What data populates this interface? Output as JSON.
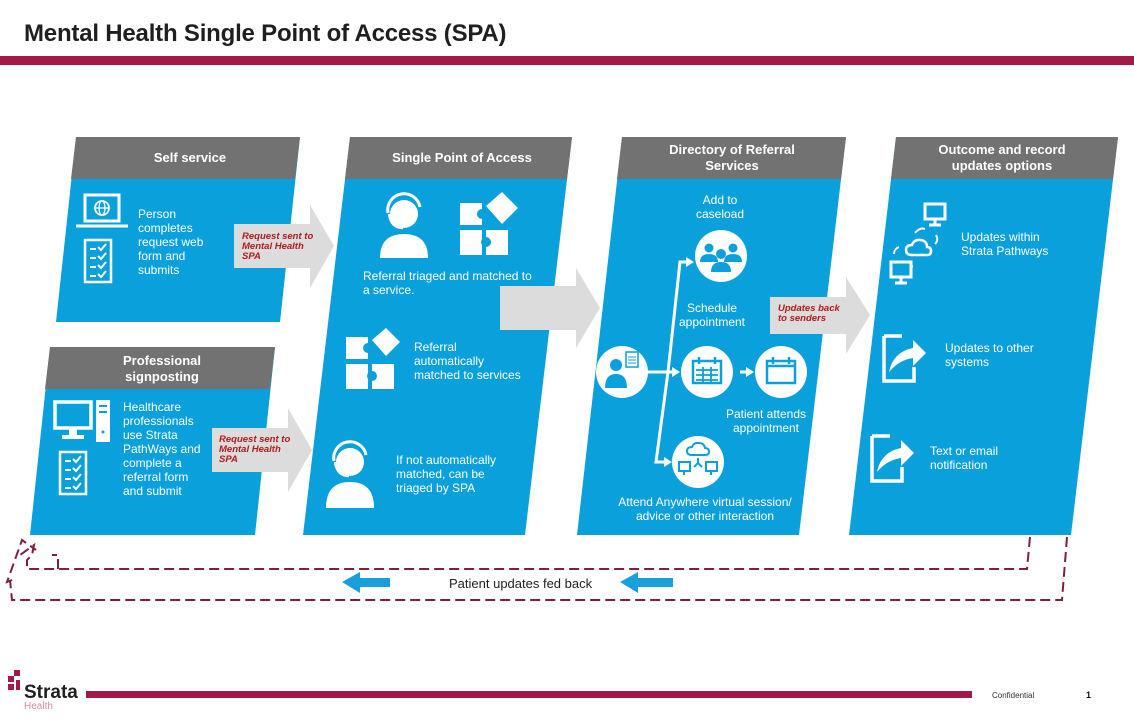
{
  "title": "Mental Health Single Point of Access  (SPA)",
  "colors": {
    "brand": "#a31a4a",
    "panel": "#0aa0dc",
    "header": "#727272",
    "arrow": "#dcdcdc",
    "callout_text": "#b01a1a",
    "feedback_arrow": "#19a0dc"
  },
  "panels": {
    "self_service": {
      "header": "Self service",
      "text": [
        "Person",
        "completes",
        "request web",
        "form and",
        "submits"
      ],
      "icons": [
        "laptop-globe-icon",
        "checklist-icon"
      ]
    },
    "professional": {
      "header": [
        "Professional",
        "signposting"
      ],
      "text": [
        "Healthcare",
        "professionals",
        "use Strata",
        "PathWays and",
        "complete a",
        "referral form",
        "and submit"
      ],
      "icons": [
        "desktop-computer-icon",
        "checklist-icon"
      ]
    },
    "spa": {
      "header": "Single Point of Access",
      "items": [
        {
          "text": [
            "Referral triaged and matched to",
            "a service."
          ],
          "icons": [
            "headset-agent-icon",
            "puzzle-icon"
          ]
        },
        {
          "text": [
            "Referral",
            "automatically",
            "matched to services"
          ],
          "icons": [
            "puzzle-icon"
          ]
        },
        {
          "text": [
            "If not automatically",
            "matched, can be",
            "triaged by SPA"
          ],
          "icons": [
            "headset-agent-icon"
          ]
        }
      ]
    },
    "directory": {
      "header": [
        "Directory of Referral",
        "Services"
      ],
      "labels": {
        "caseload": [
          "Add to",
          "caseload"
        ],
        "schedule": [
          "Schedule",
          "appointment"
        ],
        "attends": [
          "Patient attends",
          "appointment"
        ],
        "virtual": [
          "Attend Anywhere virtual session/",
          "advice or other  interaction"
        ]
      }
    },
    "outcome": {
      "header": [
        "Outcome and record",
        "updates options"
      ],
      "items": [
        {
          "text": [
            "Updates within",
            "Strata Pathways"
          ],
          "icon": "cloud-sync-icon"
        },
        {
          "text": [
            "Updates to other",
            "systems"
          ],
          "icon": "share-arrow-icon"
        },
        {
          "text": [
            "Text  or email",
            "notification"
          ],
          "icon": "share-arrow-icon"
        }
      ]
    }
  },
  "callouts": {
    "request1": [
      "Request sent to",
      "Mental Health",
      "SPA"
    ],
    "request2": [
      "Request sent to",
      "Mental Health",
      "SPA"
    ],
    "updates_back": [
      "Updates back",
      "to senders"
    ]
  },
  "feedback": {
    "label": "Patient updates fed back"
  },
  "footer": {
    "logo": "Strata",
    "logo_sub": "Health",
    "confidential": "Confidential",
    "page": "1"
  }
}
